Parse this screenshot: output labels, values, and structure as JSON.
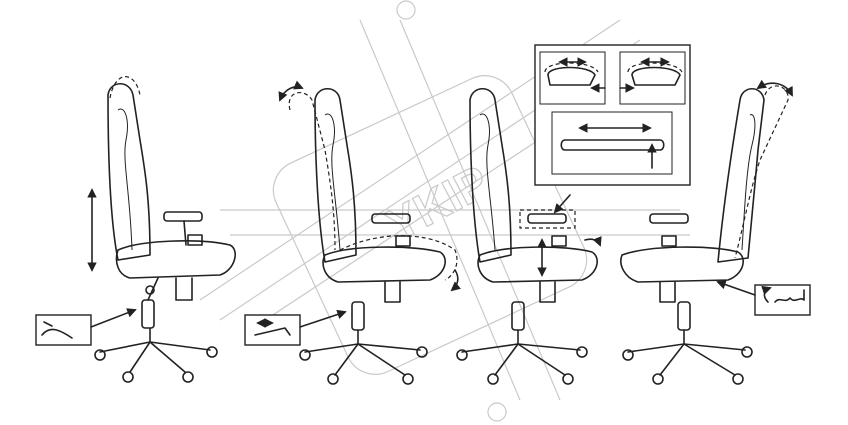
{
  "watermark": {
    "text": "YKIP"
  },
  "figures": [
    {
      "id": "height-adjust",
      "description_name": "seat-height"
    },
    {
      "id": "tilt-lock",
      "description_name": "tilt"
    },
    {
      "id": "armrest-adjust",
      "description_name": "armrest"
    },
    {
      "id": "backrest-recline",
      "description_name": "backrest"
    }
  ],
  "icons": [
    "up-down-arrow-icon",
    "rotate-arrow-icon",
    "lever-icon",
    "left-right-arrow-icon",
    "push-button-icon"
  ],
  "colors": {
    "line": "#222222",
    "watermark": "#c9c9c9",
    "background": "#ffffff"
  }
}
